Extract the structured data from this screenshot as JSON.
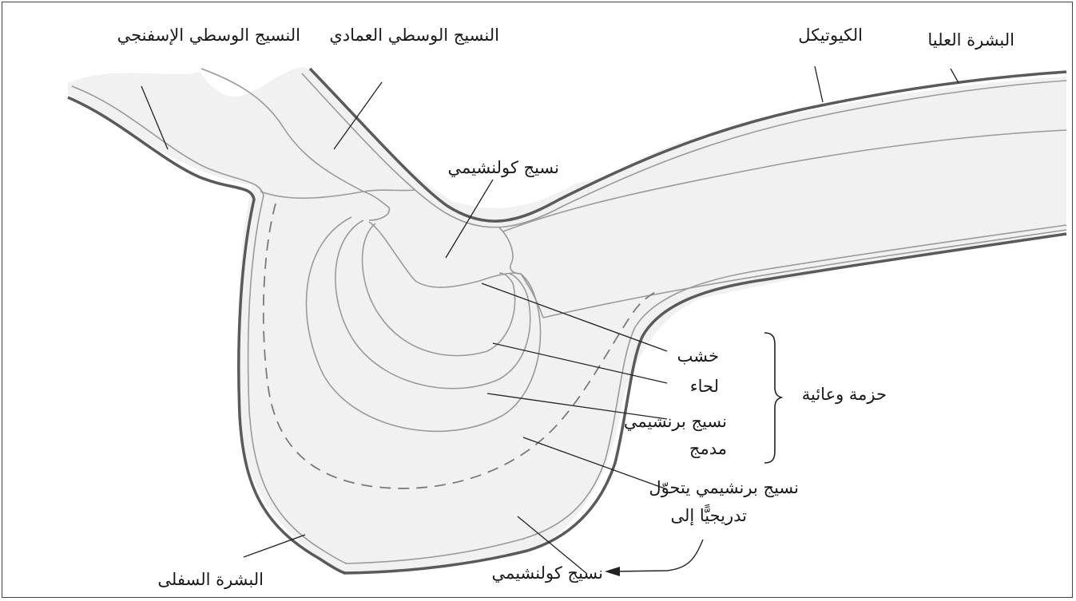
{
  "labels": {
    "spongy_mesophyll": "النسيج الوسطي الإسفنجي",
    "palisade_mesophyll": "النسيج الوسطي العمادي",
    "cuticle": "الكيوتيكل",
    "upper_epidermis": "البشرة العليا",
    "collenchyma_upper": "نسيج كولنشيمي",
    "xylem": "خشب",
    "phloem": "لحاء",
    "vascular_bundle": "حزمة وعائية",
    "compact_parenchyma_line1": "نسيج برنشيمي",
    "compact_parenchyma_line2": "مدمج",
    "transitioning_parenchyma_line1": "نسيج برنشيمي يتحوّل",
    "transitioning_parenchyma_line2": "تدريجيًّا إلى",
    "lower_epidermis": "البشرة السفلى",
    "collenchyma_lower": "نسيج كولنشيمي"
  },
  "colors": {
    "tissue_fill": "#f1f1f1",
    "outer_line": "#5a5a5a",
    "inner_line": "#9a9a9a",
    "leader_line": "#222222"
  }
}
